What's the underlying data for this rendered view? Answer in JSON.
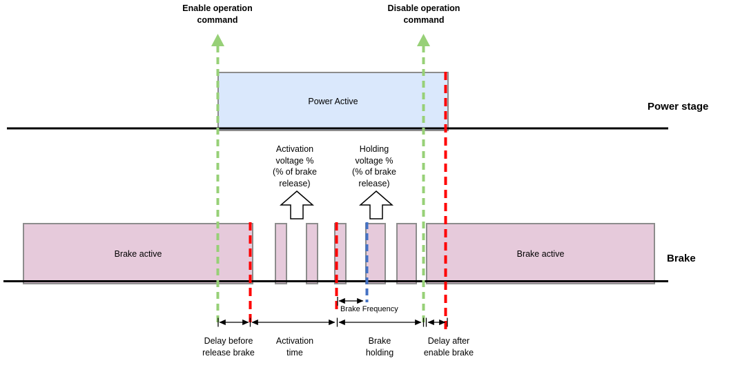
{
  "diagram": {
    "commands": {
      "enable": "Enable operation\ncommand",
      "disable": "Disable operation\ncommand"
    },
    "lanes": {
      "power_stage": "Power stage",
      "brake": "Brake"
    },
    "blocks": {
      "power_active": "Power Active",
      "brake_active_left": "Brake active",
      "brake_active_right": "Brake active"
    },
    "annotations": {
      "activation_voltage": "Activation\nvoltage %\n(% of brake\nrelease)",
      "holding_voltage": "Holding\nvoltage %\n(% of brake\nrelease)",
      "brake_frequency": "Brake Frequency"
    },
    "intervals": {
      "delay_before": "Delay before\nrelease brake",
      "activation_time": "Activation\ntime",
      "brake_holding": "Brake\nholding",
      "delay_after": "Delay after\nenable brake"
    },
    "colors": {
      "command_line_green": "#97d077",
      "event_line_red": "#ff0000",
      "frequency_line_blue": "#4472c4",
      "power_active_fill": "#dae8fc",
      "brake_active_fill": "#e6cadb",
      "block_border": "#8c8c8c",
      "timeline_black": "#000000"
    }
  }
}
